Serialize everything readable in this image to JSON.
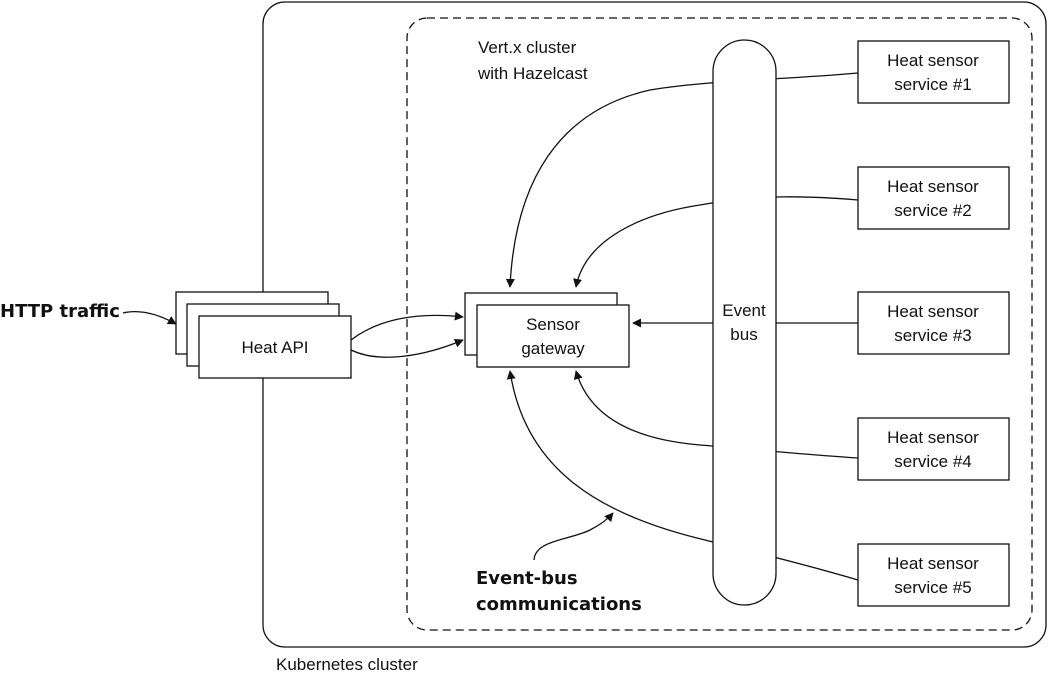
{
  "colors": {
    "stroke": "#111111",
    "background": "#ffffff"
  },
  "kubernetes": {
    "label": "Kubernetes cluster"
  },
  "vertx": {
    "line1": "Vert.x cluster",
    "line2": "with Hazelcast"
  },
  "heat_api": {
    "label": "Heat API"
  },
  "gateway": {
    "line1": "Sensor",
    "line2": "gateway"
  },
  "event_bus": {
    "line1": "Event",
    "line2": "bus"
  },
  "sensors": [
    {
      "line1": "Heat sensor",
      "line2": "service #1"
    },
    {
      "line1": "Heat sensor",
      "line2": "service #2"
    },
    {
      "line1": "Heat sensor",
      "line2": "service #3"
    },
    {
      "line1": "Heat sensor",
      "line2": "service #4"
    },
    {
      "line1": "Heat sensor",
      "line2": "service #5"
    }
  ],
  "annotations": {
    "http": "HTTP traffic",
    "event_bus_line1": "Event-bus",
    "event_bus_line2": "communications"
  }
}
